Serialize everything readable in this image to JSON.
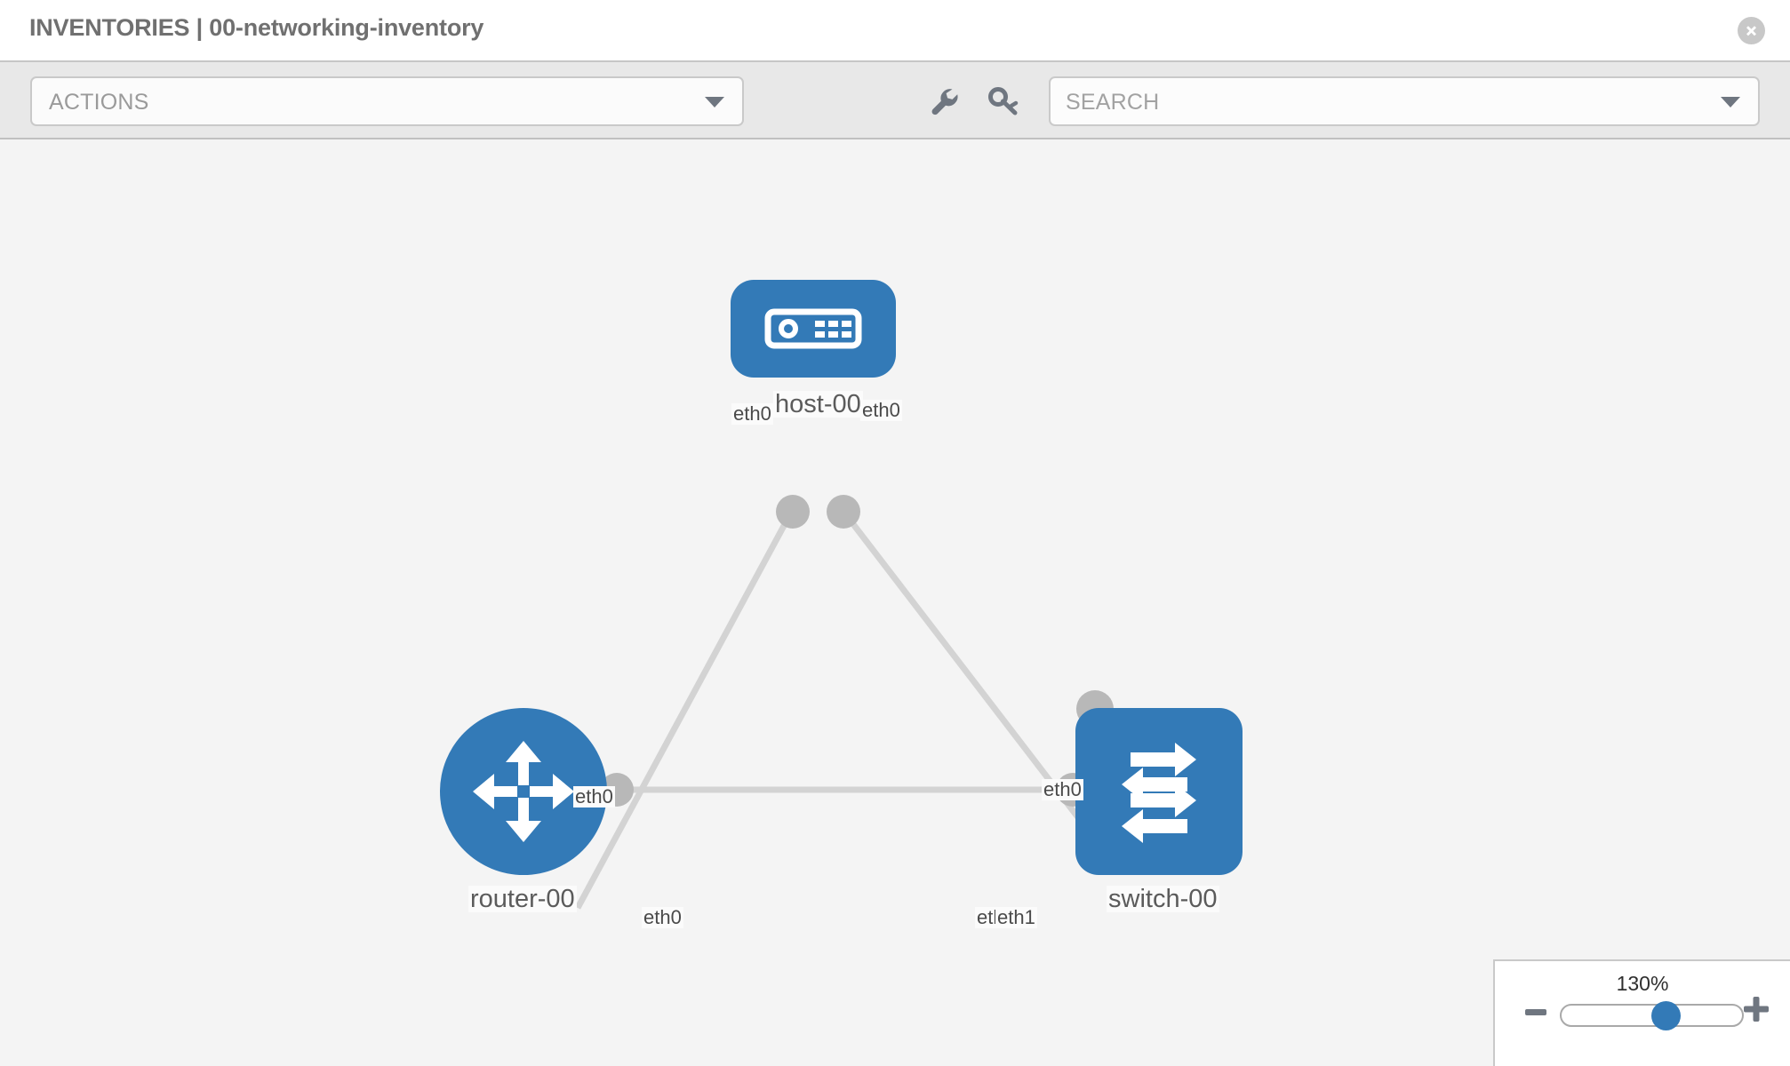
{
  "header": {
    "title": "INVENTORIES | 00-networking-inventory",
    "close_icon": "close-circle-icon"
  },
  "toolbar": {
    "actions_label": "ACTIONS",
    "actions_caret_icon": "chevron-down-icon",
    "wrench_icon": "wrench-icon",
    "key_icon": "key-icon",
    "search_placeholder": "SEARCH",
    "search_value": "",
    "search_caret_icon": "chevron-down-icon"
  },
  "colors": {
    "node_blue": "#337ab7",
    "endpoint_gray": "#b8b8b8",
    "link_gray": "#d3d3d3",
    "canvas_bg": "#f4f4f4",
    "toolbar_bg": "#e8e8e8"
  },
  "topology": {
    "nodes": [
      {
        "id": "host-00",
        "label": "host-00",
        "icon": "server-icon",
        "shape": "rounded-rect"
      },
      {
        "id": "router-00",
        "label": "router-00",
        "icon": "router-icon",
        "shape": "circle"
      },
      {
        "id": "switch-00",
        "label": "switch-00",
        "icon": "switch-icon",
        "shape": "rounded-rect"
      }
    ],
    "links": [
      {
        "from": "host-00",
        "from_iface": "eth0",
        "to": "router-00",
        "to_iface": "eth0"
      },
      {
        "from": "host-00",
        "from_iface": "eth0",
        "to": "switch-00",
        "to_iface": "eth0"
      },
      {
        "from": "router-00",
        "from_iface": "eth0",
        "to": "switch-00",
        "to_iface": "eth1"
      }
    ],
    "iface_labels": [
      {
        "text": "eth0",
        "for": "host-00-left"
      },
      {
        "text": "eth0",
        "for": "host-00-right"
      },
      {
        "text": "eth0",
        "for": "router-00-up"
      },
      {
        "text": "eth0",
        "for": "switch-00-up"
      },
      {
        "text": "eth0",
        "for": "router-00-right"
      },
      {
        "text": "eth0",
        "for": "switch-00-left-hidden"
      },
      {
        "text": "eth1",
        "for": "switch-00-left"
      }
    ]
  },
  "zoom_panel": {
    "level": "130%",
    "minus_icon": "minus-icon",
    "plus_icon": "plus-icon",
    "slider_percent": 58
  }
}
